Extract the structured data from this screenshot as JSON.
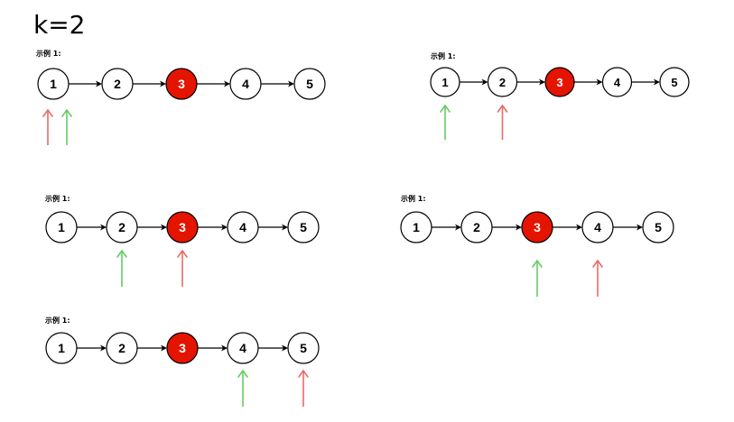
{
  "title": "k=2",
  "caption": "示例 1:",
  "nodes": [
    "1",
    "2",
    "3",
    "4",
    "5"
  ],
  "highlighted_node_index": 2,
  "colors": {
    "node_fill": "#ffffff",
    "highlight_fill": "#e51400",
    "node_stroke": "#000000",
    "text": "#000000",
    "highlight_text": "#ffffff",
    "slow_pointer": "#66cc66",
    "fast_pointer": "#ea6b66"
  },
  "panels": [
    {
      "id": "step-1",
      "slow_index": 0,
      "fast_index": 0
    },
    {
      "id": "step-2",
      "slow_index": 0,
      "fast_index": 1
    },
    {
      "id": "step-3",
      "slow_index": 1,
      "fast_index": 2
    },
    {
      "id": "step-4",
      "slow_index": 2,
      "fast_index": 3
    },
    {
      "id": "step-5",
      "slow_index": 3,
      "fast_index": 4
    }
  ]
}
